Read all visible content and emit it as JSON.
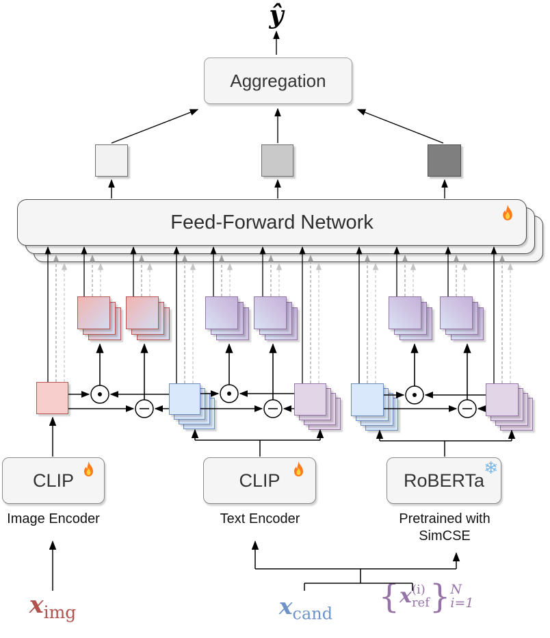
{
  "diagram": {
    "output": {
      "label": "ŷ"
    },
    "aggregation": {
      "label": "Aggregation"
    },
    "ffn": {
      "label": "Feed-Forward Network",
      "trainable_icon": "fire-icon"
    },
    "operations": {
      "product_symbol": "⊙",
      "difference_symbol": "−"
    },
    "encoders": {
      "image": {
        "label": "CLIP",
        "sublabel": "Image Encoder",
        "status_icon": "fire-icon"
      },
      "text": {
        "label": "CLIP",
        "sublabel": "Text Encoder",
        "status_icon": "fire-icon"
      },
      "reference": {
        "label": "RoBERTa",
        "sublabel": "Pretrained with SimCSE",
        "status_icon": "snowflake-icon"
      }
    },
    "inputs": {
      "image": {
        "base": "x",
        "sub": "img",
        "color": "#b0524e"
      },
      "candidate": {
        "base": "x",
        "sub": "cand",
        "color": "#6d93c9"
      },
      "references": {
        "brace_open": "{",
        "base": "x",
        "sup": "(i)",
        "sub": "ref",
        "brace_close": "}",
        "outer_sup": "N",
        "outer_sub": "i=1",
        "color": "#9673a6"
      }
    },
    "colors": {
      "image_embedding_fill": "#f8cecc",
      "image_embedding_stroke": "#b85450",
      "candidate_embedding_fill": "#dae8fc",
      "candidate_embedding_stroke": "#6c8ebf",
      "reference_embedding_fill": "#e1d5e7",
      "reference_embedding_stroke": "#9673a6",
      "box_fill": "#f5f5f5",
      "fused_square_light": "#f2f2f2",
      "fused_square_mid": "#c9c9c9",
      "fused_square_dark": "#7f7f7f"
    }
  }
}
